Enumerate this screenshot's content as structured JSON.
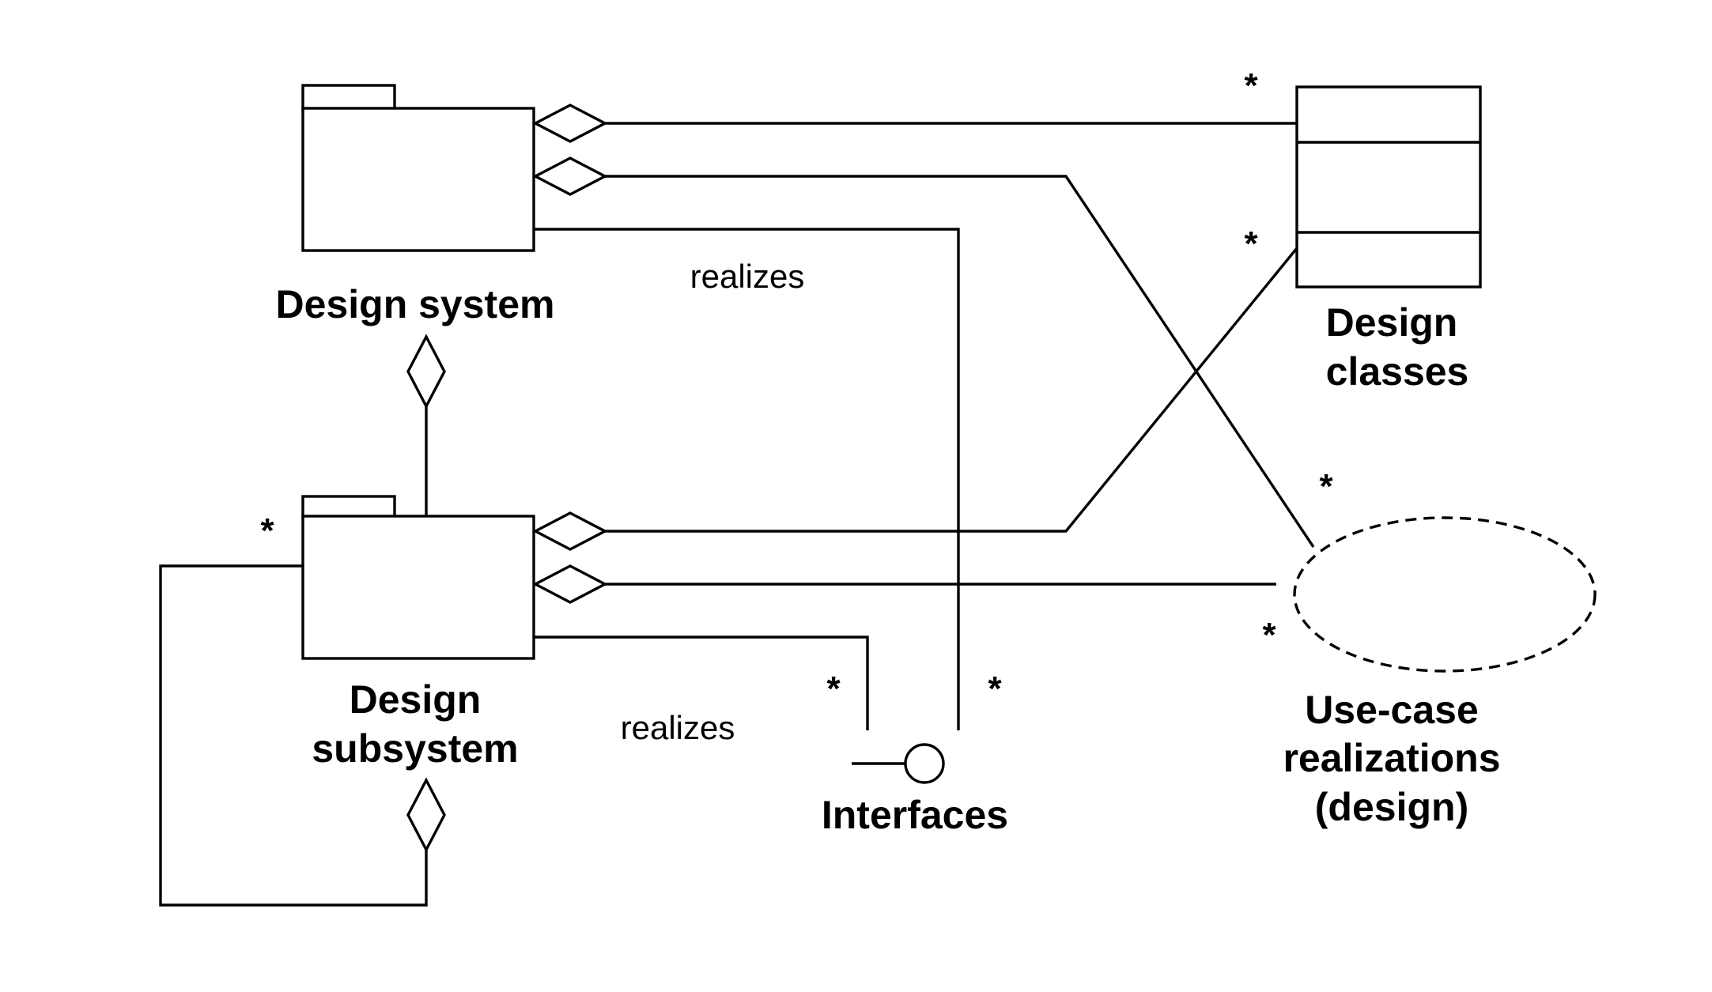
{
  "nodes": {
    "design_system": {
      "label": "Design system"
    },
    "design_subsystem": {
      "label_lines": [
        "Design",
        "subsystem"
      ]
    },
    "design_classes": {
      "label_lines": [
        "Design",
        "classes"
      ]
    },
    "use_case_realizations": {
      "label_lines": [
        "Use-case",
        "realizations",
        "(design)"
      ]
    },
    "interfaces": {
      "label": "Interfaces"
    }
  },
  "relations": {
    "system_realizes": "realizes",
    "subsystem_realizes": "realizes"
  },
  "multiplicity": "*"
}
